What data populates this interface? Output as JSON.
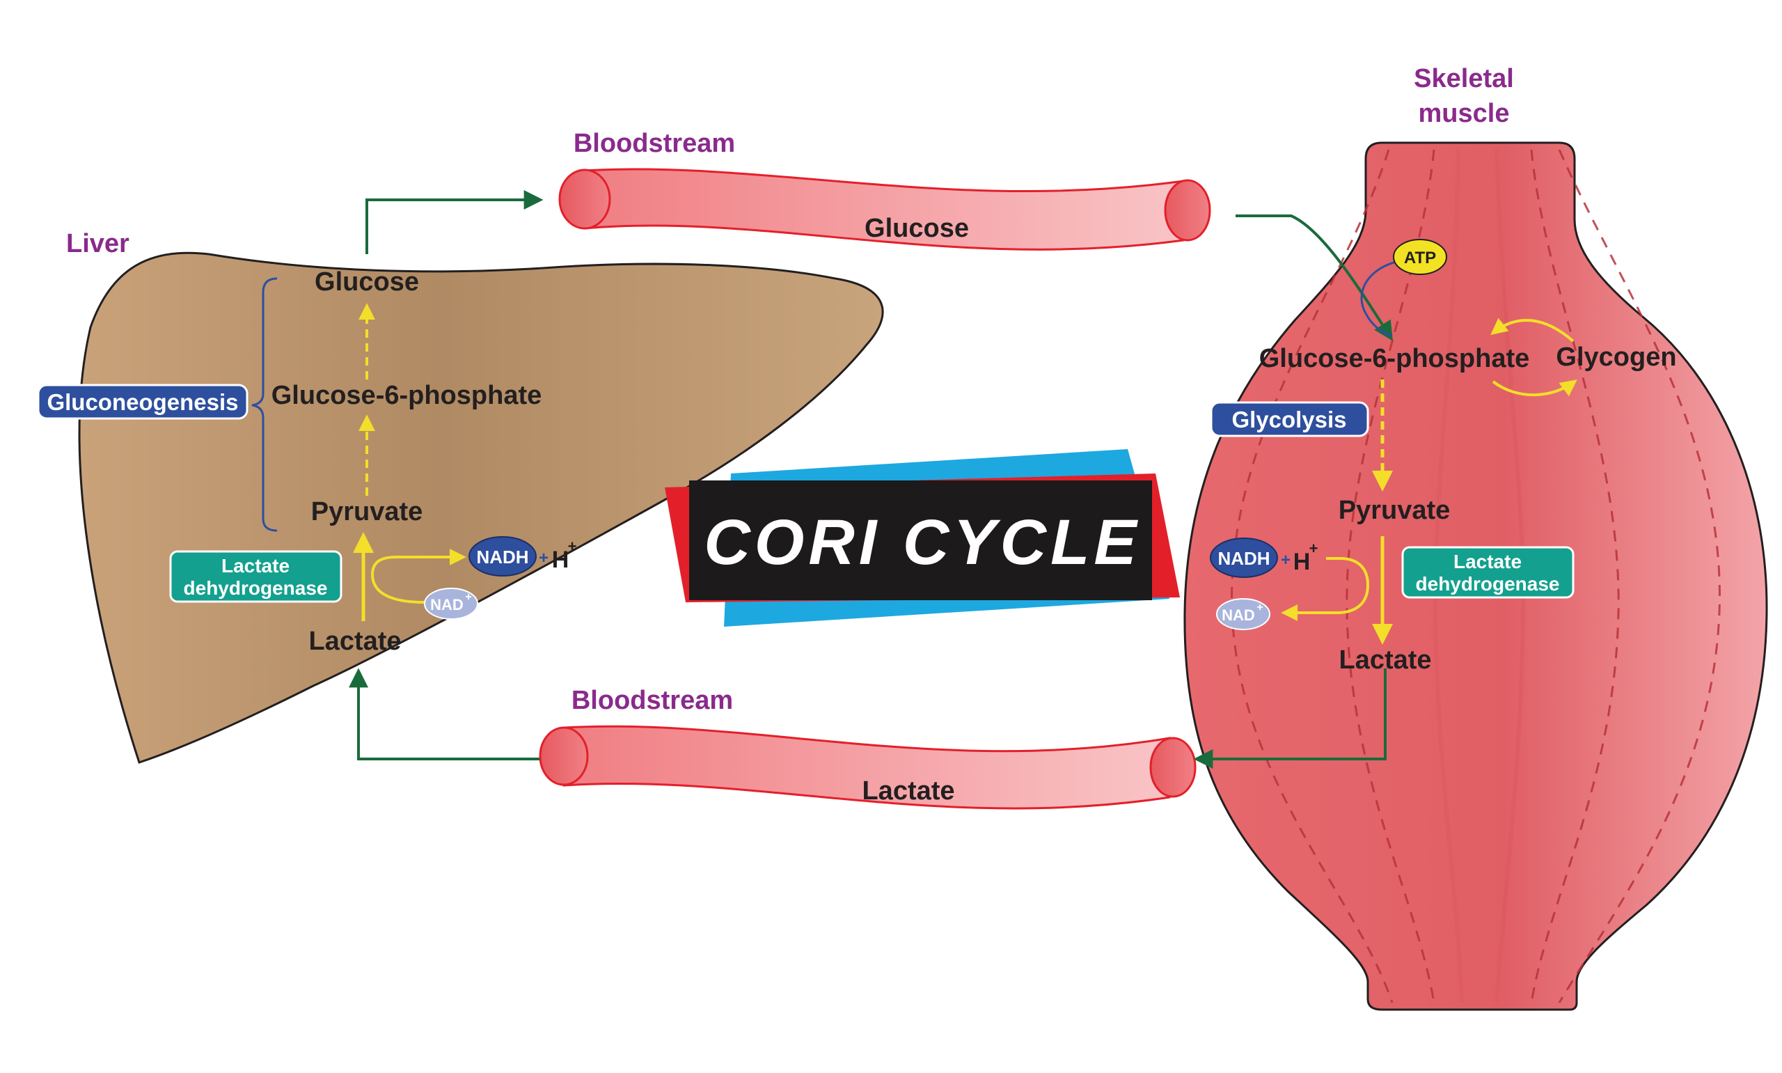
{
  "title": "CORI CYCLE",
  "liver": {
    "label": "Liver",
    "process_label": "Gluconeogenesis",
    "metabolites": {
      "glucose": "Glucose",
      "g6p": "Glucose-6-phosphate",
      "pyruvate": "Pyruvate",
      "lactate": "Lactate"
    },
    "enzyme_line1": "Lactate",
    "enzyme_line2": "dehydrogenase",
    "nadh": "NADH",
    "plus": "+",
    "h": "H",
    "h_charge": "+",
    "nad": "NAD",
    "nad_charge": "+"
  },
  "bloodstream_top": {
    "label": "Bloodstream",
    "content": "Glucose"
  },
  "bloodstream_bottom": {
    "label": "Bloodstream",
    "content": "Lactate"
  },
  "muscle": {
    "label_line1": "Skeletal",
    "label_line2": "muscle",
    "atp": "ATP",
    "process_label": "Glycolysis",
    "metabolites": {
      "g6p": "Glucose-6-phosphate",
      "glycogen": "Glycogen",
      "pyruvate": "Pyruvate",
      "lactate": "Lactate"
    },
    "enzyme_line1": "Lactate",
    "enzyme_line2": "dehydrogenase",
    "nadh": "NADH",
    "plus": "+",
    "h": "H",
    "h_charge": "+",
    "nad": "NAD",
    "nad_charge": "+"
  },
  "colors": {
    "liver": "#b89068",
    "muscle": "#e4666b",
    "vessel": "#f48e92",
    "label_purple": "#8a2a8c",
    "process_blue": "#2e4f9e",
    "enzyme_teal": "#14a08e",
    "arrow_green": "#1a6b3c",
    "arrow_yellow": "#f3df2a",
    "banner_black": "#1c1a1b",
    "banner_blue": "#1ea8e0",
    "banner_red": "#e3202a"
  }
}
